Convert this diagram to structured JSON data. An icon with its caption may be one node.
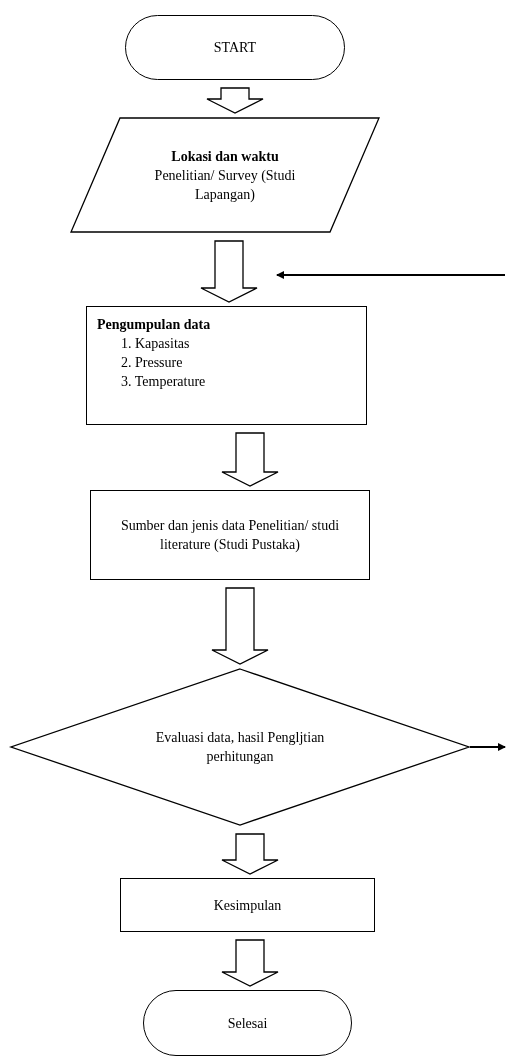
{
  "diagram": {
    "nodes": [
      {
        "text": [
          "START"
        ]
      },
      {
        "text": [
          "Lokasi dan waktu",
          "Penelitian/ Survey (Studi Lapangan)"
        ]
      },
      {
        "text": [
          "Pengumpulan data",
          "1. Kapasitas",
          "2. Pressure",
          "3. Temperature"
        ]
      },
      {
        "text": [
          "Sumber dan jenis data Penelitian/ studi literature (Studi Pustaka)"
        ]
      },
      {
        "text": [
          "Evaluasi data, hasil Pengljtian perhitungan"
        ]
      },
      {
        "text": [
          "Kesimpulan"
        ]
      },
      {
        "text": [
          "Selesai"
        ]
      }
    ],
    "edges": [
      {
        "from": 0,
        "to": 1,
        "arrow": "to"
      },
      {
        "from": 1,
        "to": 2,
        "arrow": "to"
      },
      {
        "from": null,
        "to": 2,
        "arrow": "to"
      },
      {
        "from": 2,
        "to": 3,
        "arrow": "to"
      },
      {
        "from": 3,
        "to": 4,
        "arrow": "to"
      },
      {
        "from": 4,
        "to": null,
        "arrow": "to"
      },
      {
        "from": 4,
        "to": 5,
        "arrow": "to"
      },
      {
        "from": 5,
        "to": 6,
        "arrow": "to"
      }
    ]
  }
}
